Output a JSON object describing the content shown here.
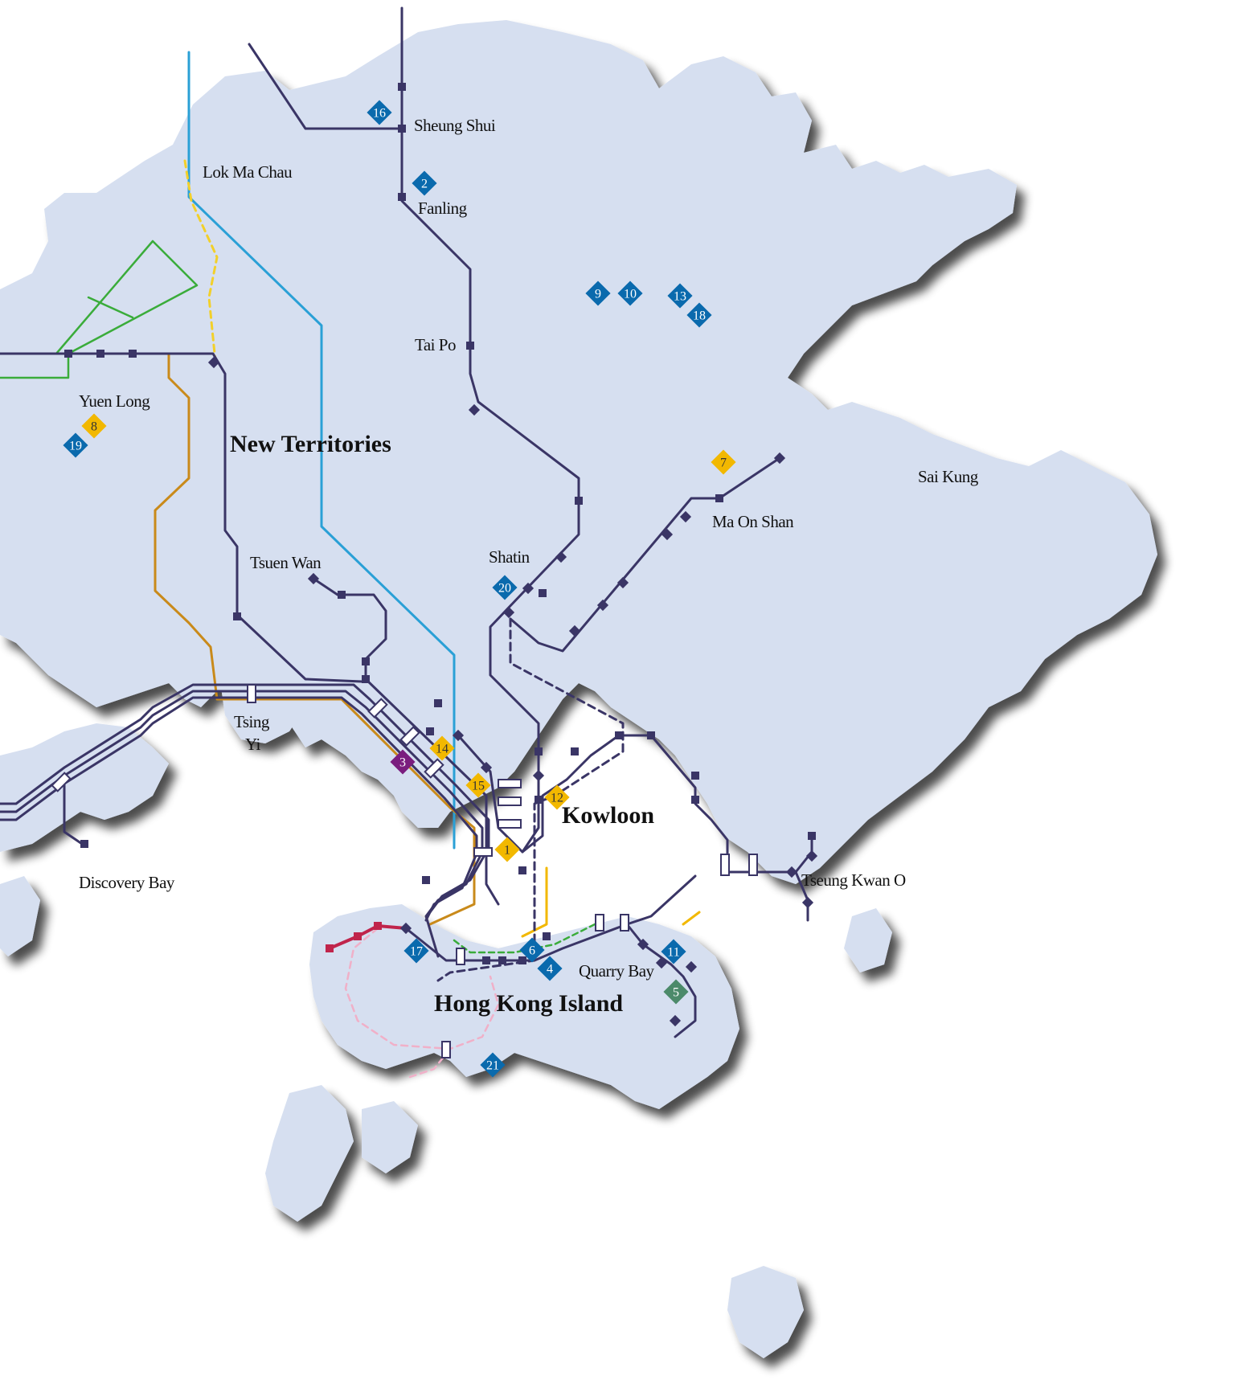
{
  "labels": {
    "sheung_shui": "Sheung Shui",
    "lok_ma_chau": "Lok Ma Chau",
    "fanling": "Fanling",
    "tai_po": "Tai Po",
    "yuen_long": "Yuen Long",
    "new_territories": "New Territories",
    "sai_kung": "Sai Kung",
    "ma_on_shan": "Ma On Shan",
    "shatin": "Shatin",
    "tsuen_wan": "Tsuen Wan",
    "tsing": "Tsing",
    "yi": "Yi",
    "kowloon": "Kowloon",
    "discovery_bay": "Discovery Bay",
    "tseung_kwan_o": "Tseung Kwan O",
    "quarry_bay": "Quarry Bay",
    "hong_kong_island": "Hong Kong Island"
  },
  "markers": {
    "m1": "1",
    "m2": "2",
    "m3": "3",
    "m4": "4",
    "m5": "5",
    "m6": "6",
    "m7": "7",
    "m8": "8",
    "m9": "9",
    "m10": "10",
    "m11": "11",
    "m12": "12",
    "m13": "13",
    "m14": "14",
    "m15": "15",
    "m16": "16",
    "m17": "17",
    "m18": "18",
    "m19": "19",
    "m20": "20",
    "m21": "21"
  },
  "colors": {
    "land": "#d6dff0",
    "shadow": "#8a8f99",
    "mtr_line": "#3a3566",
    "airport_express": "#2aa0d6",
    "tung_chung_line": "#c98a1a",
    "light_rail": "#3aac3a",
    "island_line_west": "#c0244b",
    "marker_blue": "#0a6aad",
    "marker_yellow": "#f2b800",
    "marker_purple": "#7a1d7e",
    "marker_green": "#4c8a6a"
  }
}
